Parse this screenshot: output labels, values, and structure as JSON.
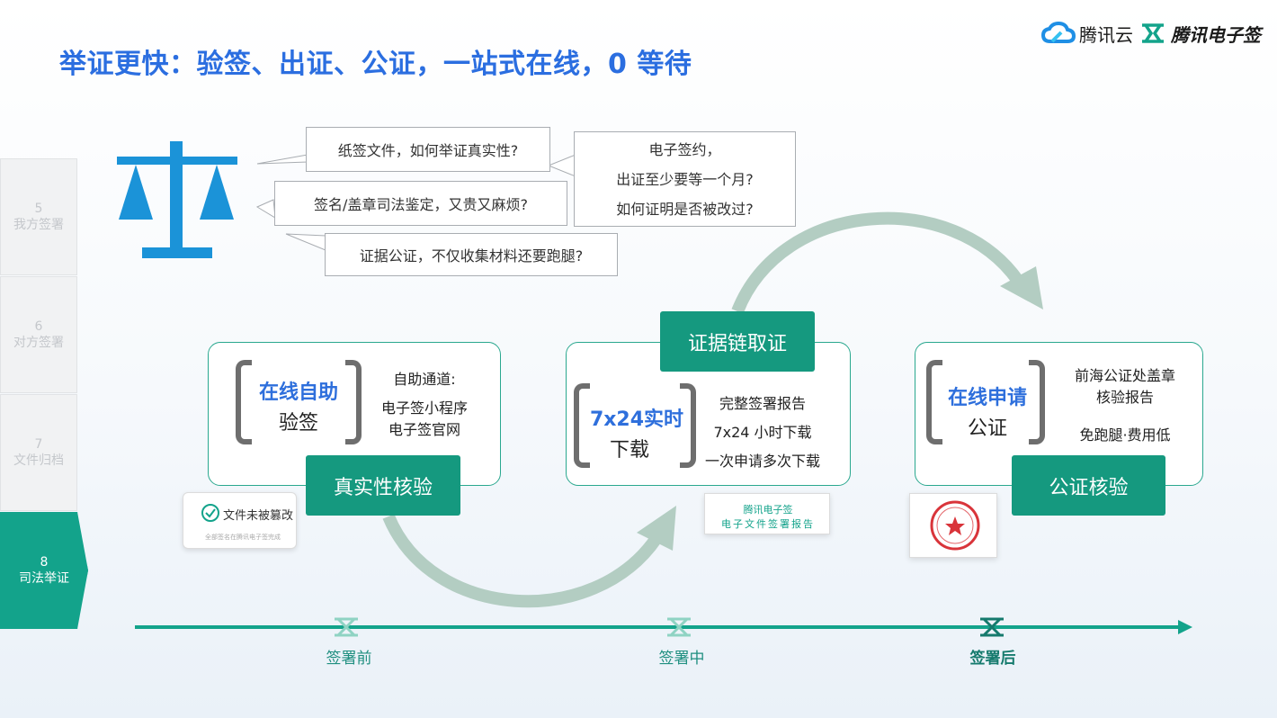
{
  "header": {
    "title": "举证更快：验签、出证、公证，一站式在线，0 等待",
    "brand_cloud": "腾讯云",
    "brand_esign": "腾讯电子签"
  },
  "sidebar": {
    "steps": [
      {
        "num": "5",
        "label": "我方签署",
        "active": false
      },
      {
        "num": "6",
        "label": "对方签署",
        "active": false
      },
      {
        "num": "7",
        "label": "文件归档",
        "active": false
      },
      {
        "num": "8",
        "label": "司法举证",
        "active": true
      }
    ]
  },
  "bubbles": {
    "b1": "纸签文件，如何举证真实性?",
    "b2": "签名/盖章司法鉴定，又贵又麻烦?",
    "b3": "证据公证，不仅收集材料还要跑腿?",
    "b4_lines": [
      "电子签约，",
      "出证至少要等一个月?",
      "如何证明是否被改过?"
    ]
  },
  "cards": {
    "verify": {
      "key_blue": "在线自助",
      "key_dark": "验签",
      "text_lines": [
        "自助通道:",
        "电子签小程序",
        "电子签官网"
      ],
      "button": "真实性核验",
      "thumb_title": "文件未被篡改",
      "thumb_sub": "全部签名在腾讯电子签完成"
    },
    "evidence": {
      "key_blue": "7x24实时",
      "key_dark": "下载",
      "text_lines": [
        "完整签署报告",
        "7x24 小时下载",
        "一次申请多次下载"
      ],
      "button": "证据链取证",
      "thumb_line1": "腾讯电子签",
      "thumb_line2": "电子文件签署报告"
    },
    "notary": {
      "key_blue": "在线申请",
      "key_dark": "公证",
      "text_lines": [
        "前海公证处盖章",
        "核验报告",
        "免跑腿·费用低"
      ],
      "button": "公证核验"
    }
  },
  "timeline": {
    "labels": [
      "签署前",
      "签署中",
      "签署后"
    ]
  },
  "colors": {
    "title_blue": "#2b6ee0",
    "teal": "#15997f",
    "scale_blue": "#1b93d8",
    "arrow_gray_green": "#b3cdc2"
  }
}
